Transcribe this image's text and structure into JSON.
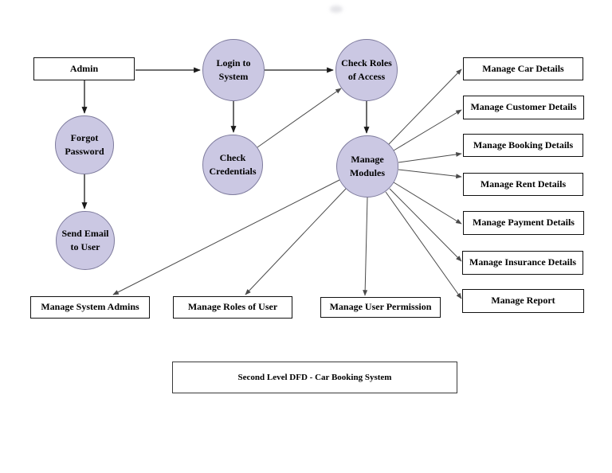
{
  "diagram": {
    "caption": "Second Level DFD - Car Booking System",
    "entities": {
      "admin": "Admin",
      "manage_car_details": "Manage Car Details",
      "manage_customer_details": "Manage Customer Details",
      "manage_booking_details": "Manage Booking Details",
      "manage_rent_details": "Manage Rent Details",
      "manage_payment_details": "Manage Payment Details",
      "manage_insurance_details": "Manage Insurance Details",
      "manage_report": "Manage Report",
      "manage_system_admins": "Manage System Admins",
      "manage_roles_of_user": "Manage Roles of User",
      "manage_user_permission": "Manage User Permission"
    },
    "processes": {
      "login_to_system": "Login to\nSystem",
      "check_roles_of_access": "Check Roles\nof Access",
      "forgot_password": "Forgot\nPassword",
      "check_credentials": "Check\nCredentials",
      "manage_modules": "Manage\nModules",
      "send_email_to_user": "Send Email\nto User"
    },
    "colors": {
      "process_fill": "#cbc8e3",
      "process_border": "#7e7b9d",
      "entity_border": "#111111",
      "arrow_main": "#1a1a1a",
      "arrow_fan": "#4a4a4a"
    }
  }
}
